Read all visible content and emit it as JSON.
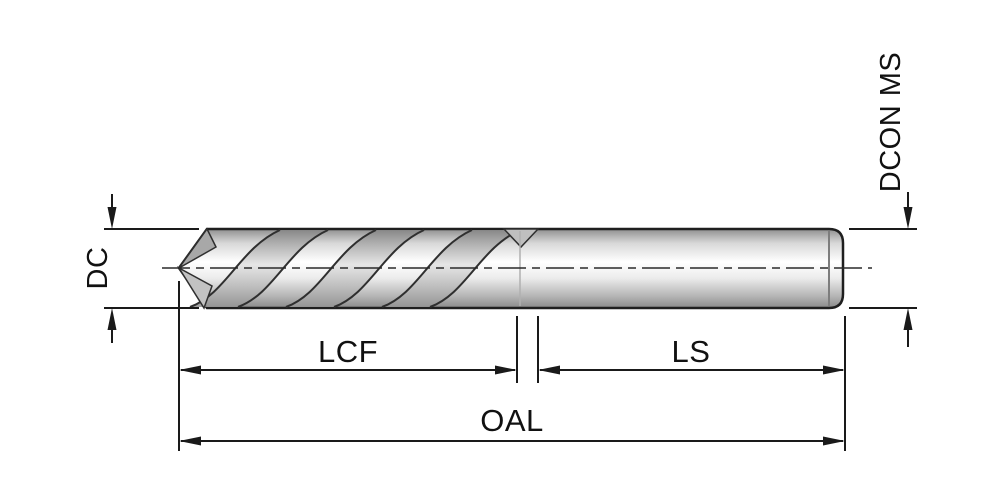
{
  "labels": {
    "dc": "DC",
    "dcon_ms": "DCON MS",
    "lcf": "LCF",
    "ls": "LS",
    "oal": "OAL"
  },
  "colors": {
    "background": "#ffffff",
    "line": "#1a1a1a",
    "metal_dark": "#8a8a8a",
    "metal_light": "#ffffff"
  }
}
